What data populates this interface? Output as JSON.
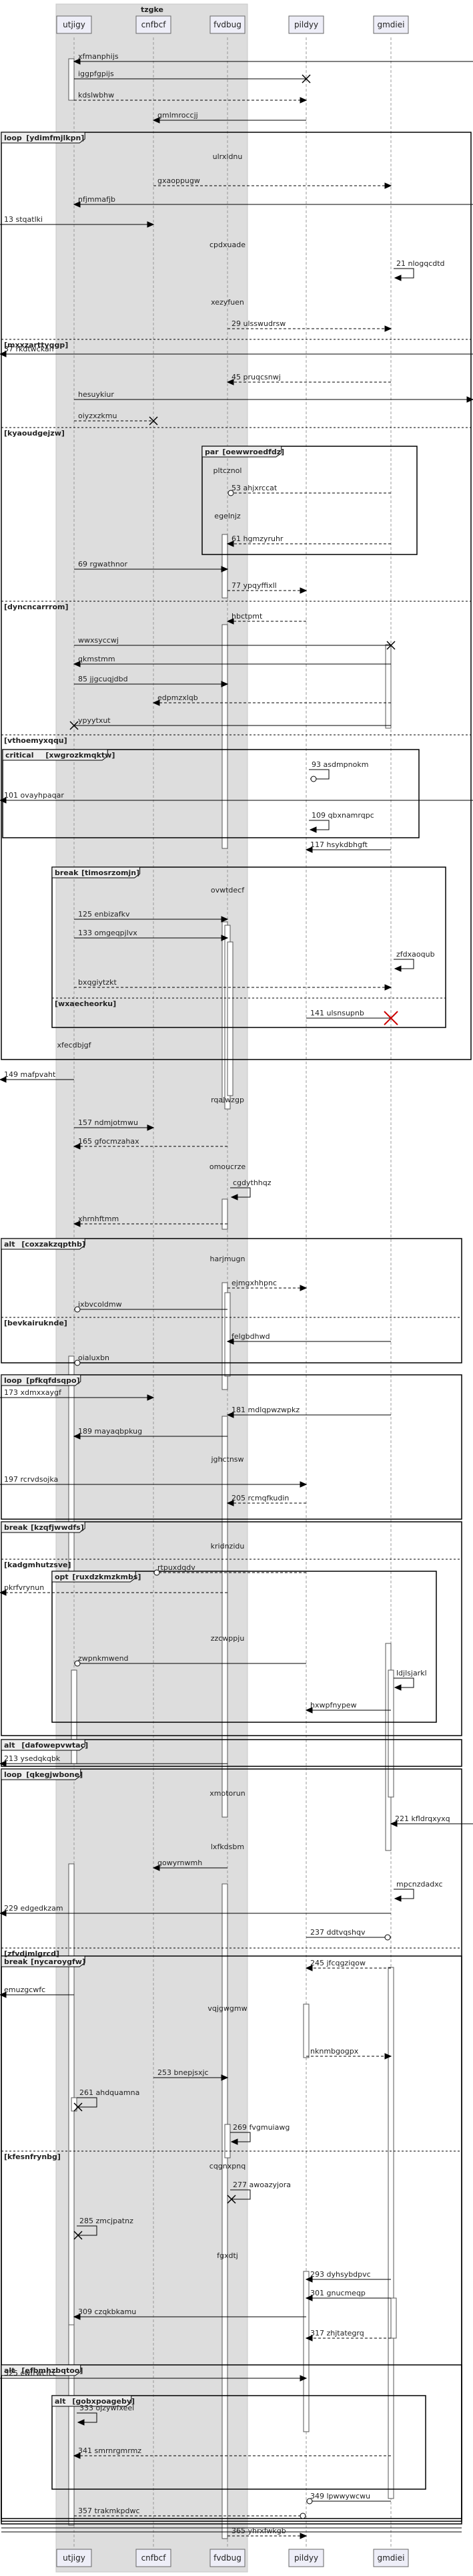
{
  "box": {
    "title": "tzgke"
  },
  "participants": [
    {
      "id": "utjigy",
      "label": "utjigy"
    },
    {
      "id": "cnfbcf",
      "label": "cnfbcf"
    },
    {
      "id": "fvdbug",
      "label": "fvdbug"
    },
    {
      "id": "pildyy",
      "label": "pildyy"
    },
    {
      "id": "gmdiei",
      "label": "gmdiei"
    }
  ],
  "messages": [
    {
      "label": "xfmanphijs"
    },
    {
      "label": "iggpfgpijs"
    },
    {
      "label": "kdslwbhw"
    },
    {
      "label": "gmlmroccjj"
    },
    {
      "label": "ulrxldnu"
    },
    {
      "label": "gxaoppugw"
    },
    {
      "label": "nfjmmafjb"
    },
    {
      "num": "13",
      "label": "stqatlki"
    },
    {
      "label": "cpdxuade"
    },
    {
      "num": "21",
      "label": "nlogqcdtd"
    },
    {
      "label": "xezyfuen"
    },
    {
      "num": "29",
      "label": "ulsswudrsw"
    },
    {
      "num": "37",
      "label": "rkdtwckan"
    },
    {
      "num": "45",
      "label": "pruqcsnwj"
    },
    {
      "label": "hesuykiur"
    },
    {
      "label": "oiyzxzkmu"
    },
    {
      "label": "pltcznol"
    },
    {
      "num": "53",
      "label": "ahjxrccat"
    },
    {
      "label": "egelnjz"
    },
    {
      "num": "61",
      "label": "hgmzyruhr"
    },
    {
      "num": "69",
      "label": "rgwathnor"
    },
    {
      "num": "77",
      "label": "ypqyffixll"
    },
    {
      "label": "hbctpmt"
    },
    {
      "label": "wwxsyccwj"
    },
    {
      "label": "qkmstmm"
    },
    {
      "num": "85",
      "label": "jjgcuqjdbd"
    },
    {
      "label": "edpmzxlqb"
    },
    {
      "label": "ypyytxut"
    },
    {
      "num": "93",
      "label": "asdmpnokm"
    },
    {
      "num": "101",
      "label": "ovayhpaqar"
    },
    {
      "num": "109",
      "label": "qbxnamrqpc"
    },
    {
      "num": "117",
      "label": "hsykdbhgft"
    },
    {
      "label": "ovwtdecf"
    },
    {
      "num": "125",
      "label": "enbizafkv"
    },
    {
      "num": "133",
      "label": "omgeqpjlvx"
    },
    {
      "label": "zfdxaoqub"
    },
    {
      "label": "bxqgiytzkt"
    },
    {
      "num": "141",
      "label": "ulsnsupnb"
    },
    {
      "label": "xfecdbjgf"
    },
    {
      "num": "149",
      "label": "mafpvaht"
    },
    {
      "label": "rqalwzgp"
    },
    {
      "num": "157",
      "label": "ndmjotmwu"
    },
    {
      "num": "165",
      "label": "gfocmzahax"
    },
    {
      "label": "omoucrze"
    },
    {
      "label": "cgdythhqz"
    },
    {
      "label": "xhrnhftmm"
    },
    {
      "label": "harjmugn"
    },
    {
      "label": "ejmgxhhpnc"
    },
    {
      "label": "ixbvcoldmw"
    },
    {
      "label": "felgbdhwd"
    },
    {
      "label": "oialuxbn"
    },
    {
      "num": "173",
      "label": "xdmxxaygf"
    },
    {
      "num": "181",
      "label": "mdlqpwzwpkz"
    },
    {
      "num": "189",
      "label": "mayaqbpkug"
    },
    {
      "label": "jghctnsw"
    },
    {
      "num": "197",
      "label": "rcrvdsojka"
    },
    {
      "num": "205",
      "label": "rcmqfkudin"
    },
    {
      "label": "kridnzidu"
    },
    {
      "label": "rtpuxdqdv"
    },
    {
      "label": "pkrfvrynun"
    },
    {
      "label": "zzcwppju"
    },
    {
      "label": "zwpnkmwend"
    },
    {
      "label": "ldjlsjarkl"
    },
    {
      "label": "hxwpfnypew"
    },
    {
      "num": "213",
      "label": "ysedqkqbk"
    },
    {
      "label": "xmotorun"
    },
    {
      "num": "221",
      "label": "kfldrqxyxq"
    },
    {
      "label": "lxfkdsbm"
    },
    {
      "label": "gowyrnwmh"
    },
    {
      "label": "mpcnzdadxc"
    },
    {
      "num": "229",
      "label": "edgedkzam"
    },
    {
      "num": "237",
      "label": "ddtvqshqv"
    },
    {
      "num": "245",
      "label": "jfcqgziqow"
    },
    {
      "label": "emuzgcwfc"
    },
    {
      "label": "vqjgwgmw"
    },
    {
      "label": "nknmbgogpx"
    },
    {
      "num": "253",
      "label": "bnepjsxjc"
    },
    {
      "num": "261",
      "label": "ahdquamna"
    },
    {
      "num": "269",
      "label": "fvgmuiawg"
    },
    {
      "label": "cqgnxpnq"
    },
    {
      "num": "277",
      "label": "awoazyjora"
    },
    {
      "num": "285",
      "label": "zmcjpatnz"
    },
    {
      "label": "fgxdtj"
    },
    {
      "num": "293",
      "label": "dyhsybdpvc"
    },
    {
      "num": "301",
      "label": "gnucmeqp"
    },
    {
      "num": "309",
      "label": "czqkbkamu"
    },
    {
      "num": "317",
      "label": "zhjtategrq"
    },
    {
      "num": "325",
      "label": "cwfrwcfcc"
    },
    {
      "num": "333",
      "label": "ojzywfxeel"
    },
    {
      "num": "341",
      "label": "smrnrgmrmz"
    },
    {
      "num": "349",
      "label": "lpwwywcwu"
    },
    {
      "num": "357",
      "label": "trakmkpdwc"
    },
    {
      "num": "365",
      "label": "yhrxfwkgb"
    }
  ],
  "fragments": [
    {
      "kind": "loop",
      "guard": "[ydimfmjlkpn]"
    },
    {
      "kind": "",
      "guard": "[mxxzarttyqgp]"
    },
    {
      "kind": "",
      "guard": "[kyaoudgejzw]"
    },
    {
      "kind": "par",
      "guard": "[oewwroedfdz]"
    },
    {
      "kind": "",
      "guard": "[dyncncarrrom]"
    },
    {
      "kind": "",
      "guard": "[vthoemyxqqu]"
    },
    {
      "kind": "critical",
      "guard": "[xwgrozkmqktw]"
    },
    {
      "kind": "break",
      "guard": "[timosrzomjn]"
    },
    {
      "kind": "",
      "guard": "[wxaecheorku]"
    },
    {
      "kind": "alt",
      "guard": "[coxzakzqpthb]"
    },
    {
      "kind": "",
      "guard": "[bevkairuknde]"
    },
    {
      "kind": "loop",
      "guard": "[pfkqfdsqpo]"
    },
    {
      "kind": "break",
      "guard": "[kzqfjwwdfs]"
    },
    {
      "kind": "",
      "guard": "[kadgmhutzsve]"
    },
    {
      "kind": "opt",
      "guard": "[ruxdzkmzkmbs]"
    },
    {
      "kind": "alt",
      "guard": "[dafowepvwtac]"
    },
    {
      "kind": "loop",
      "guard": "[qkegjwbone]"
    },
    {
      "kind": "",
      "guard": "[zfvdjmlgrcd]"
    },
    {
      "kind": "break",
      "guard": "[nycaroygfw]"
    },
    {
      "kind": "",
      "guard": "[kfesnfrynbg]"
    },
    {
      "kind": "alt",
      "guard": "[efbmhzbqtoo]"
    },
    {
      "kind": "alt",
      "guard": "[gobxpoageby]"
    }
  ]
}
